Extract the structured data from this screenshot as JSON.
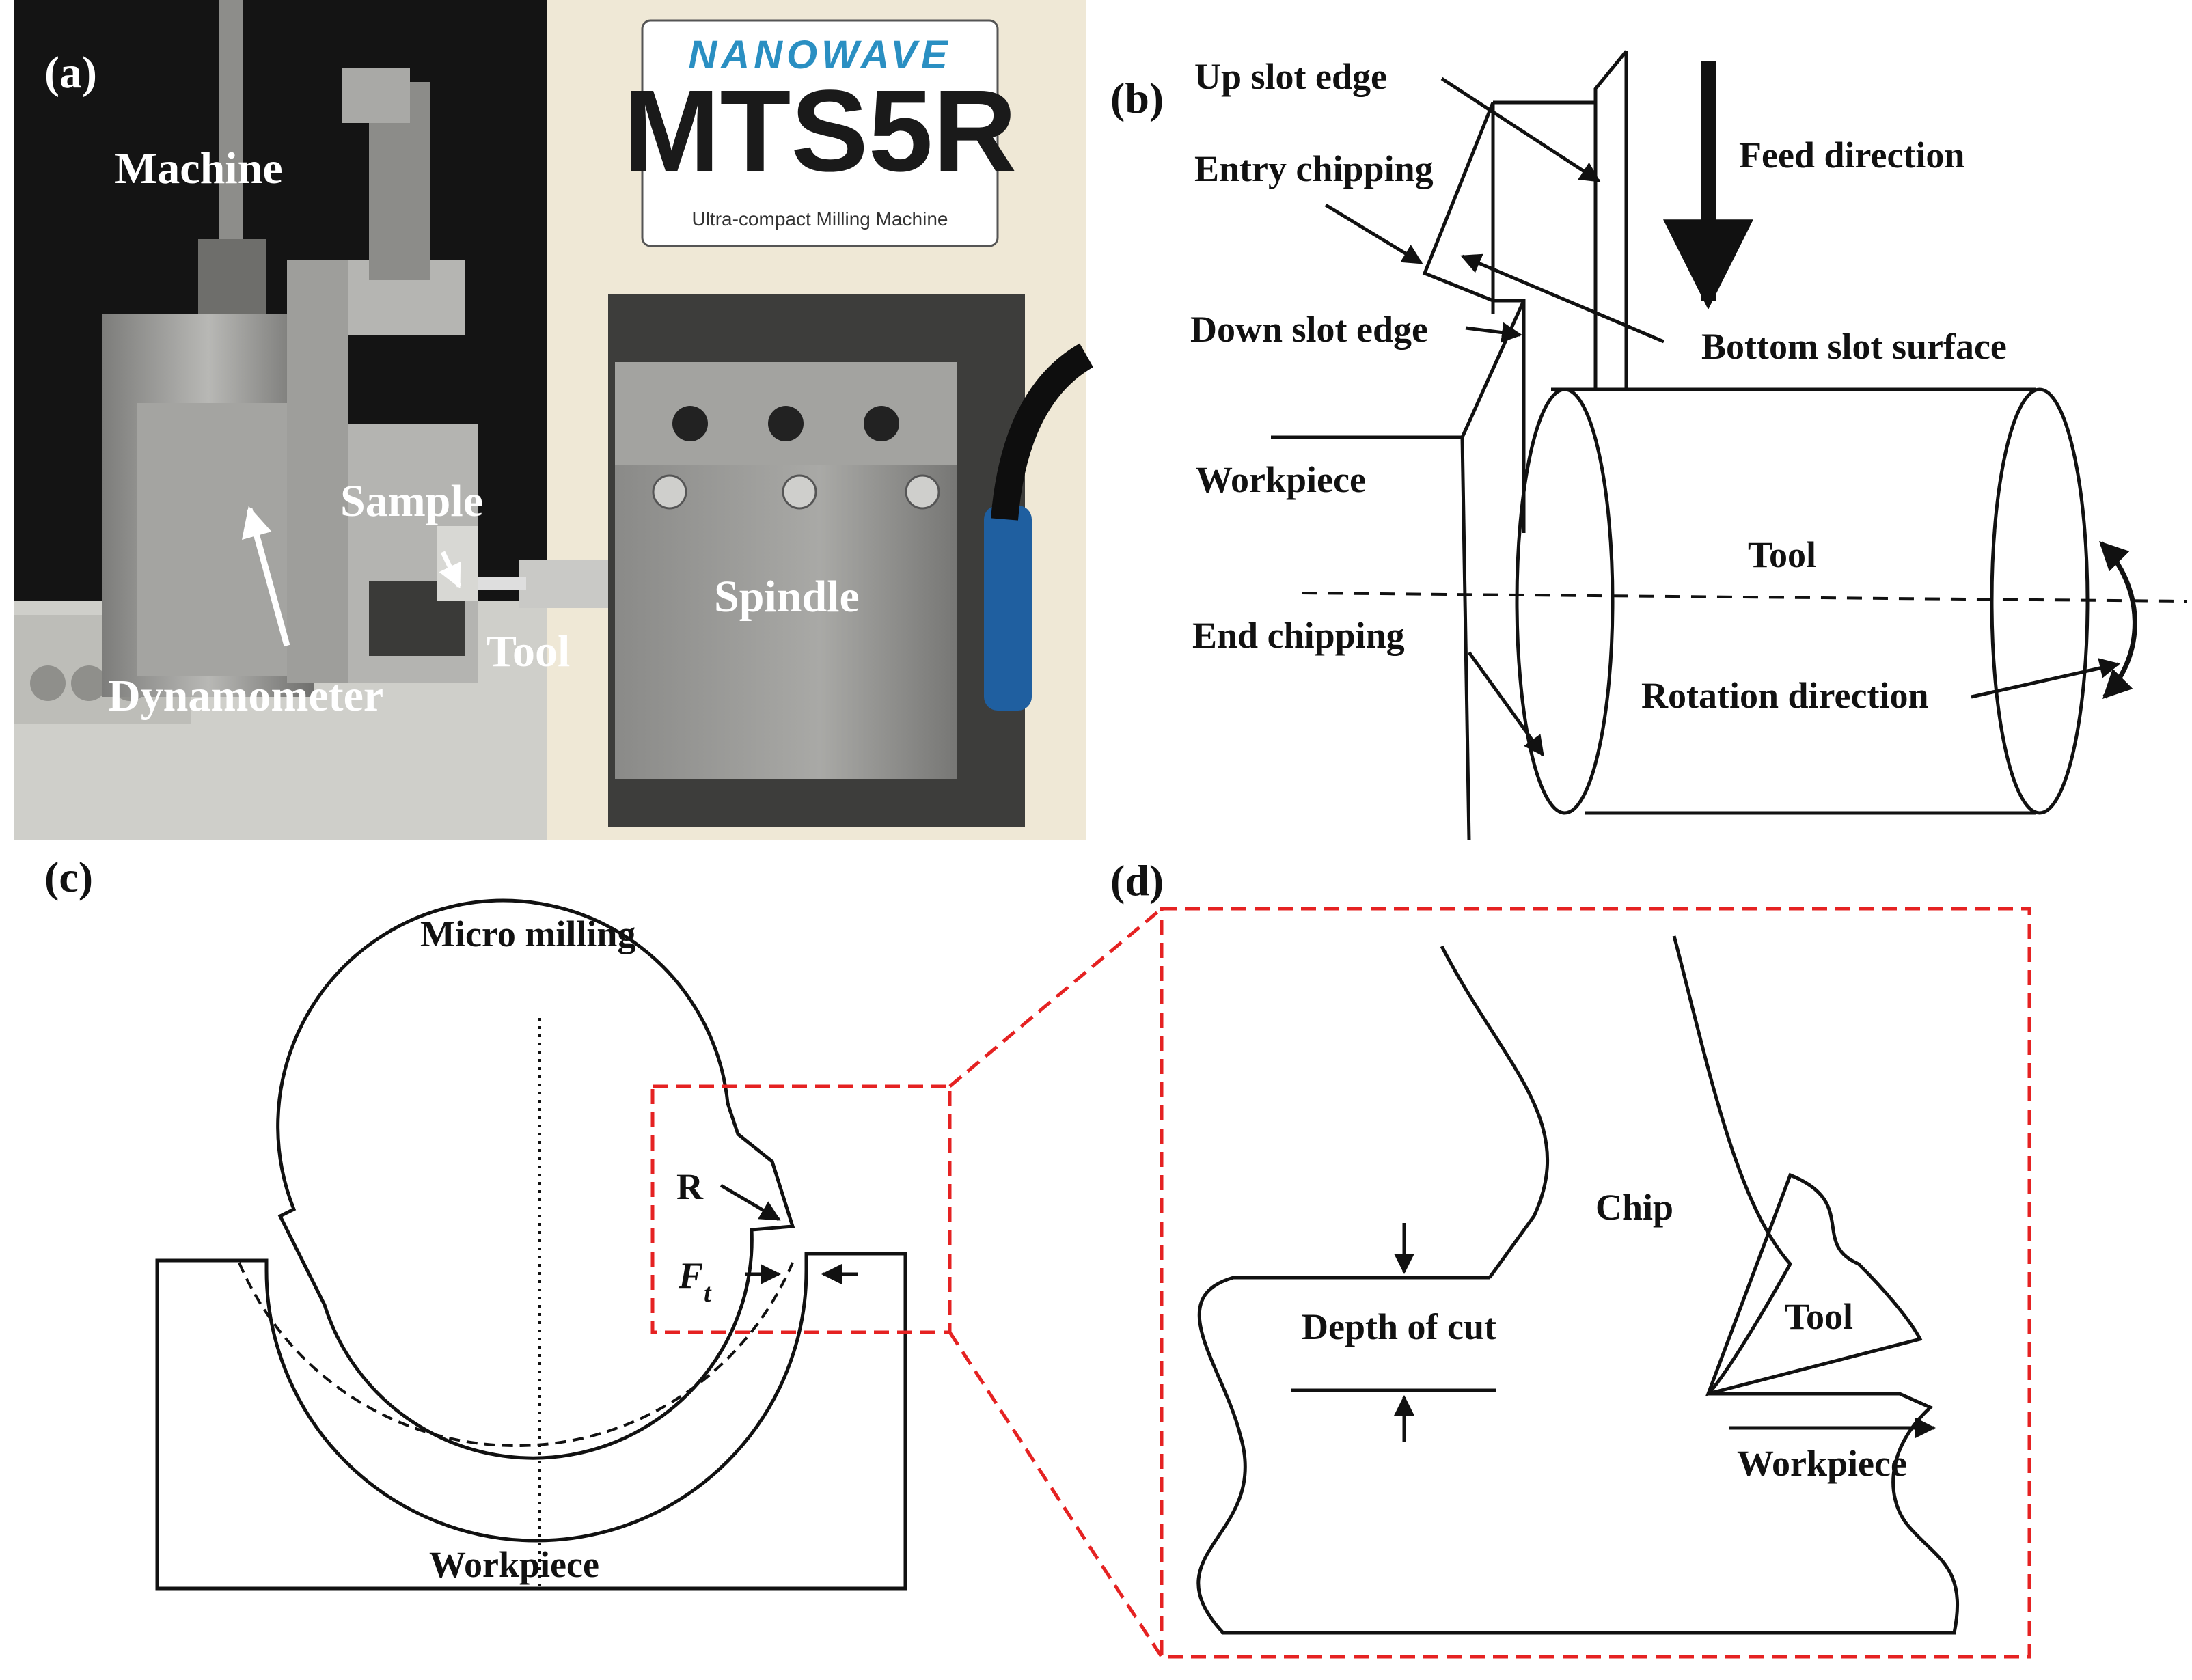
{
  "panels": {
    "a": {
      "label": "(a)",
      "machine_brand": "NANOWAVE",
      "machine_model": "MTS5R",
      "machine_subtitle": "Ultra-compact Milling Machine",
      "callouts": {
        "machine": "Machine",
        "sample": "Sample",
        "spindle": "Spindle",
        "tool": "Tool",
        "dynamometer": "Dynamometer"
      }
    },
    "b": {
      "label": "(b)",
      "callouts": {
        "up_slot_edge": "Up slot edge",
        "entry_chipping": "Entry chipping",
        "feed_direction": "Feed direction",
        "down_slot_edge": "Down slot edge",
        "bottom_slot_surface": "Bottom slot surface",
        "workpiece": "Workpiece",
        "tool": "Tool",
        "end_chipping": "End chipping",
        "rotation_direction": "Rotation direction"
      }
    },
    "c": {
      "label": "(c)",
      "title": "Micro milling",
      "callouts": {
        "r": "R",
        "ft_main": "F",
        "ft_sub": "t",
        "workpiece": "Workpiece"
      }
    },
    "d": {
      "label": "(d)",
      "callouts": {
        "chip": "Chip",
        "depth_of_cut": "Depth of cut",
        "tool": "Tool",
        "workpiece": "Workpiece"
      }
    }
  },
  "colors": {
    "zoom_box": "#e52222",
    "ink": "#111111",
    "photo_wall": "#efe8d6",
    "photo_metal": "#9b9b98",
    "photo_dark": "#1a1a1a"
  }
}
